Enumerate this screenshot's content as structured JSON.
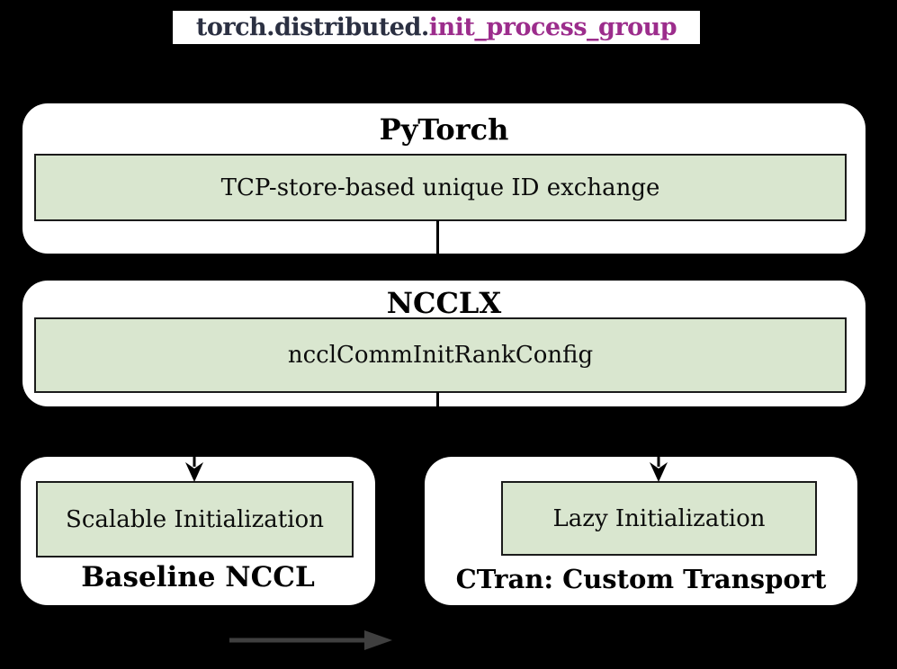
{
  "title": {
    "prefix": "torch.distributed.",
    "function": "init_process_group"
  },
  "colors": {
    "background": "#000000",
    "title_bg": "#ffffff",
    "title_dark": "#2b3042",
    "title_purple": "#9c2d8c",
    "box_bg": "#ffffff",
    "step_green": "#d9e6cf",
    "line": "#000000",
    "flow_arrow": "#3f3f3f"
  },
  "boxes": {
    "pytorch": {
      "heading": "PyTorch",
      "step": "TCP-store-based unique ID exchange"
    },
    "ncclx": {
      "heading": "NCCLX",
      "step": "ncclCommInitRankConfig"
    },
    "baseline_nccl": {
      "heading": "Baseline NCCL",
      "step": "Scalable Initialization"
    },
    "ctran": {
      "heading": "CTran: Custom Transport",
      "step": "Lazy Initialization"
    }
  },
  "icons": {
    "down_arrow": "↓",
    "right_arrow": "→"
  }
}
